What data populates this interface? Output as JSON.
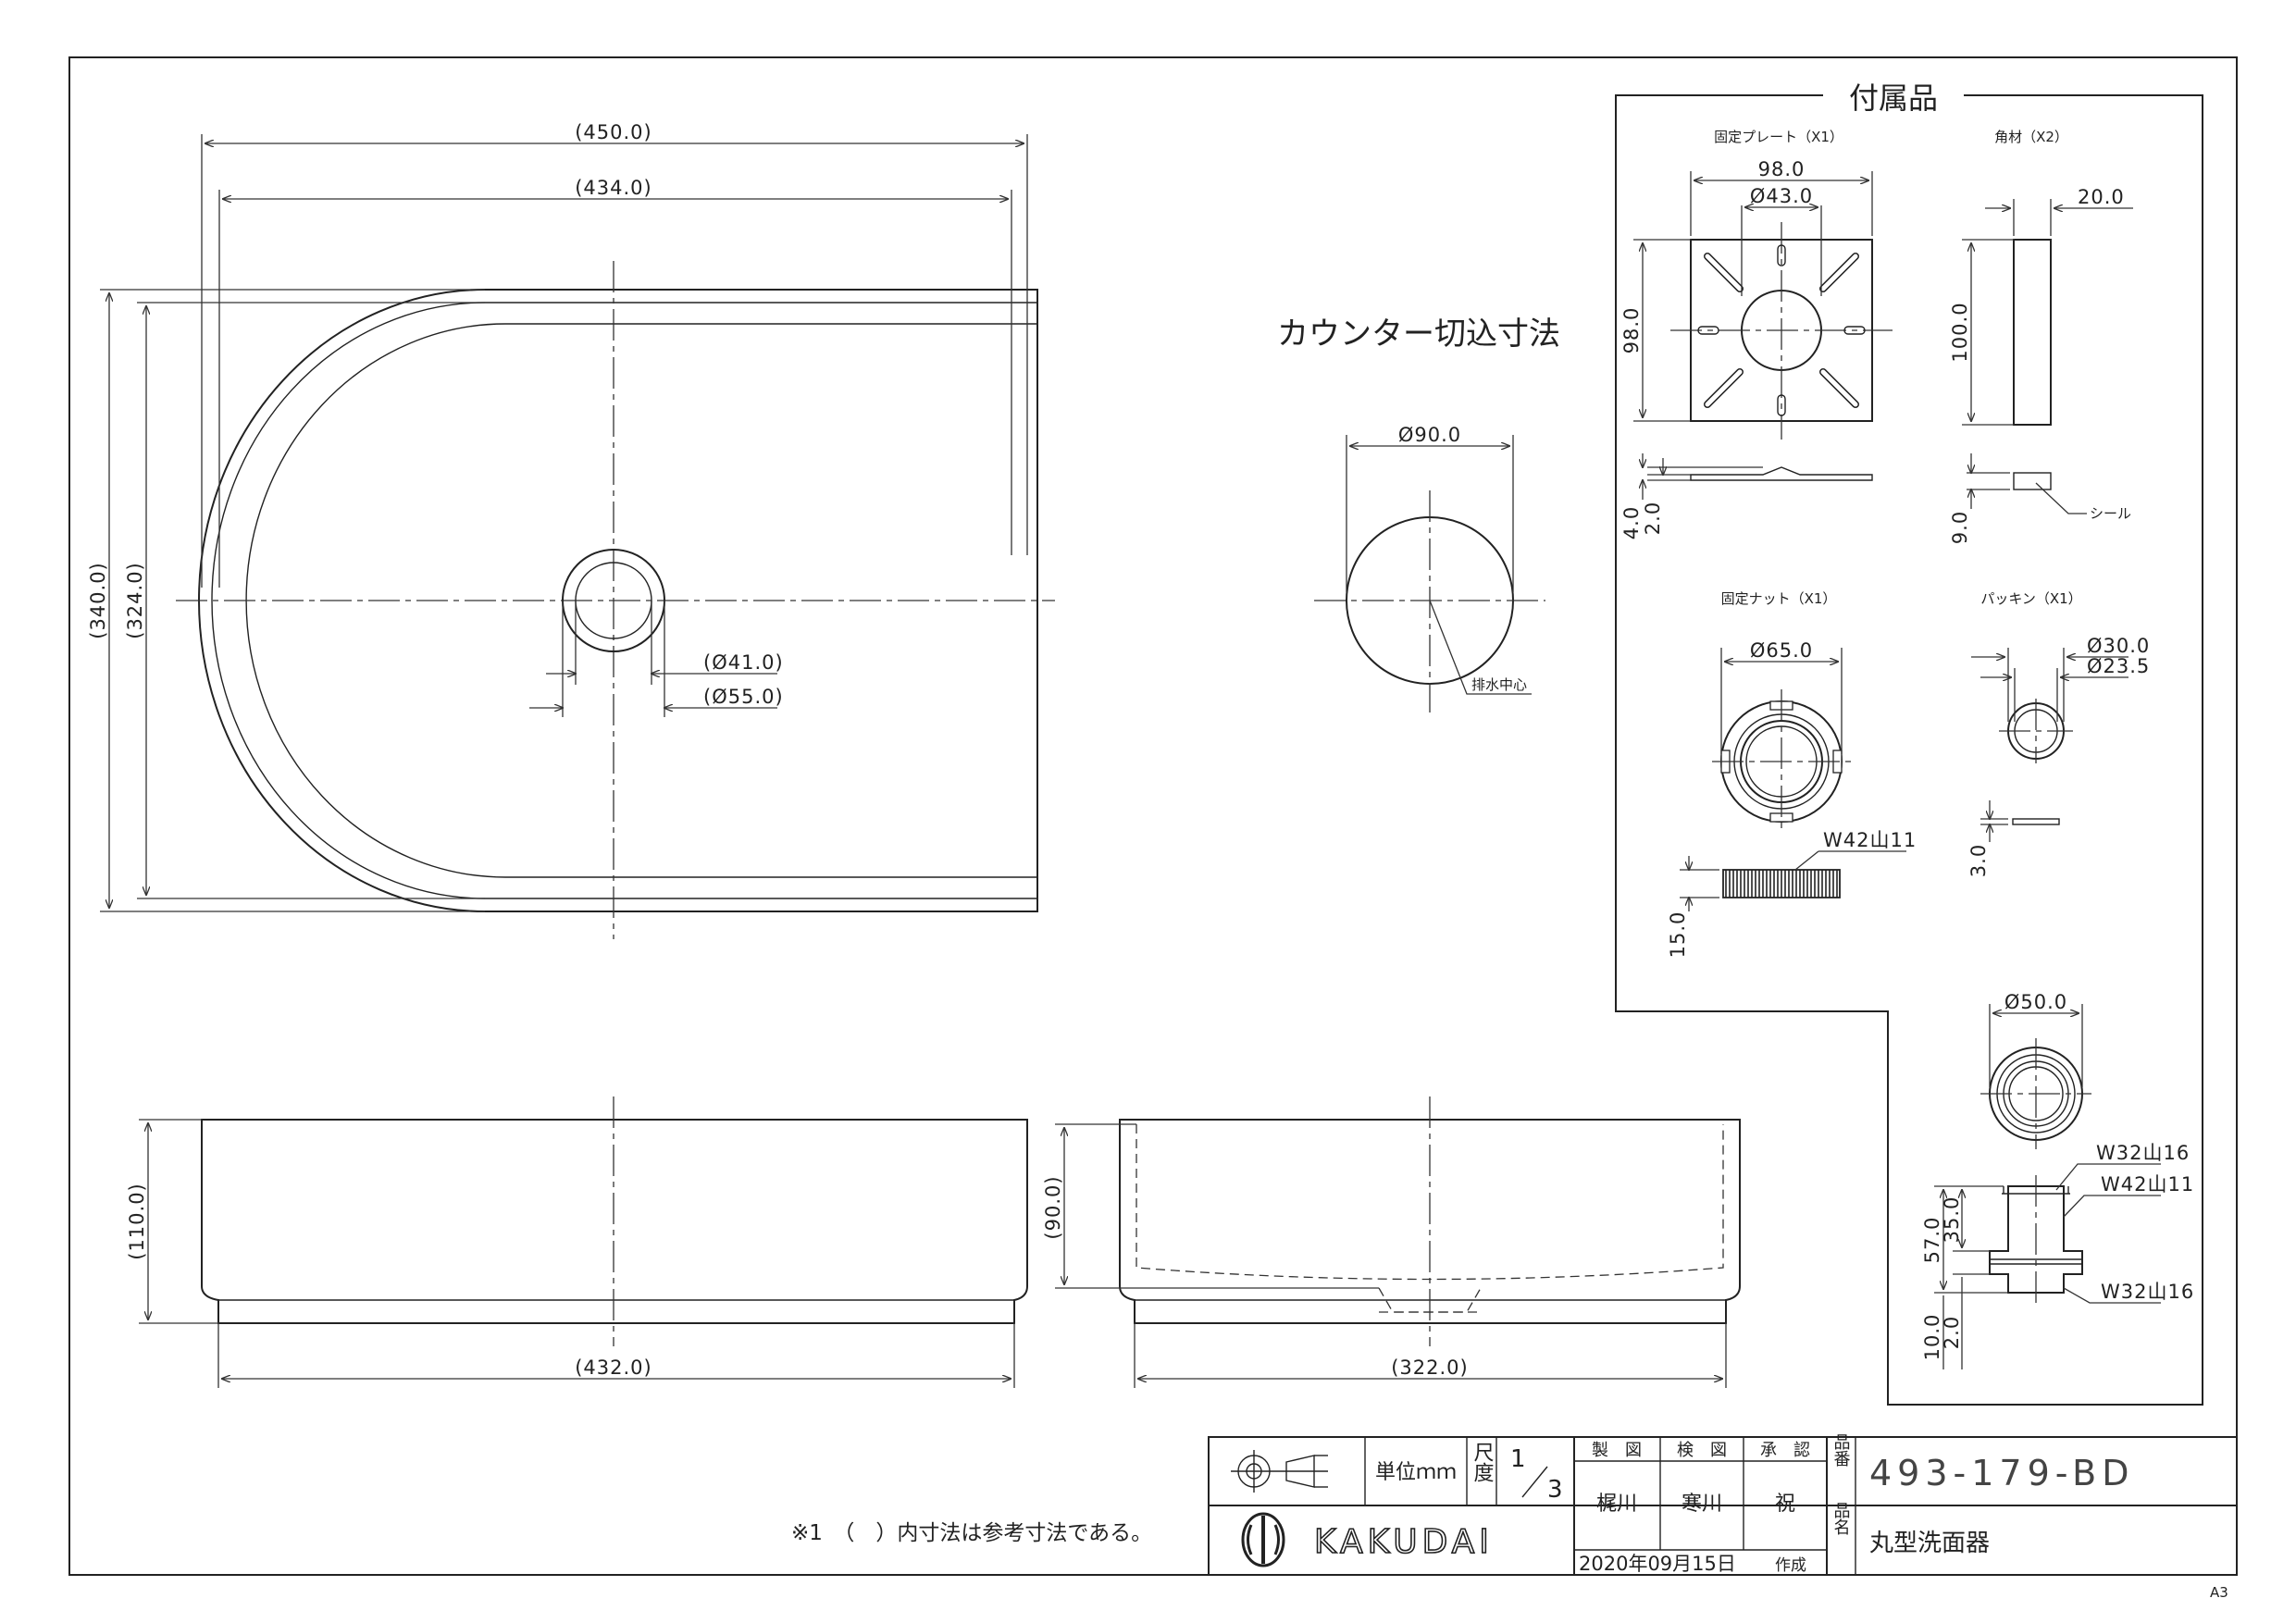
{
  "accessories": {
    "title": "付属品",
    "plate": {
      "label": "固定プレート（X1）",
      "width": "98.0",
      "hole": "Ø43.0",
      "height": "98.0",
      "thickness_total": "4.0",
      "thickness": "2.0"
    },
    "square": {
      "label": "角材（X2）",
      "width": "20.0",
      "height": "100.0",
      "thickness": "9.0",
      "seal": "シール"
    },
    "nut": {
      "label": "固定ナット（X1）",
      "diameter": "Ø65.0",
      "thread": "W42山11",
      "height": "15.0"
    },
    "packing": {
      "label": "パッキン（X1）",
      "outer": "Ø30.0",
      "inner": "Ø23.5",
      "thickness": "3.0"
    }
  },
  "drain": {
    "diameter": "Ø50.0",
    "thread_top": "W32山16",
    "thread_mid": "W42山11",
    "thread_bottom": "W32山16",
    "total": "57.0",
    "upper": "35.0",
    "lower": "10.0",
    "flange": "2.0"
  },
  "plan": {
    "outer_width": "(450.0)",
    "inner_width": "(434.0)",
    "outer_depth": "(340.0)",
    "inner_depth": "(324.0)",
    "drain_inner": "(Ø41.0)",
    "drain_outer": "(Ø55.0)"
  },
  "cutout": {
    "title": "カウンター切込寸法",
    "diameter": "Ø90.0",
    "drain_center": "排水中心"
  },
  "front": {
    "height": "(110.0)",
    "base_width": "(432.0)"
  },
  "side": {
    "depth": "(90.0)",
    "base_width": "(322.0)"
  },
  "note": "※1　（　）内寸法は参考寸法である。",
  "title_block": {
    "unit_label": "単位ｍｍ",
    "scale_label": "尺度",
    "scale_num": "1",
    "scale_den": "3",
    "drawn_label": "製　図",
    "checked_label": "検　図",
    "approved_label": "承　認",
    "drawn_by": "梶川",
    "checked_by": "寒川",
    "approved_by": "祝",
    "part_no_label": "品番",
    "part_no": "493-179-BD",
    "name_label": "品名",
    "name": "丸型洗面器",
    "date": "2020年09月15日",
    "date_suffix": "作成",
    "brand": "KAKUDAI"
  },
  "paper_size": "A3"
}
